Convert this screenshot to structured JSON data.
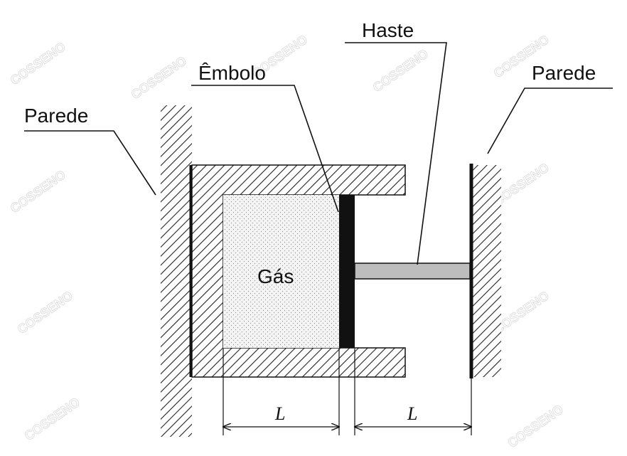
{
  "labels": {
    "parede_left": "Parede",
    "embolo": "Êmbolo",
    "haste": "Haste",
    "parede_right": "Parede",
    "gas": "Gás",
    "dim_left": "L",
    "dim_right": "L"
  },
  "watermark": "COSSENO",
  "colors": {
    "ink": "#111111",
    "rod_fill": "#bdbdbd",
    "gas_fill": "#f2f2f2",
    "watermark": "#d9d9d9"
  }
}
